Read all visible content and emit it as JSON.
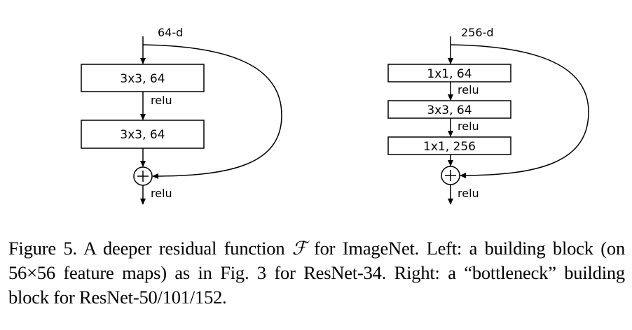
{
  "left_block": {
    "input_label": "64-d",
    "layers": [
      "3x3, 64",
      "3x3, 64"
    ],
    "activations": [
      "relu"
    ],
    "sum_symbol": "+",
    "output_activation": "relu"
  },
  "right_block": {
    "input_label": "256-d",
    "layers": [
      "1x1, 64",
      "3x3, 64",
      "1x1, 256"
    ],
    "activations": [
      "relu",
      "relu"
    ],
    "sum_symbol": "+",
    "output_activation": "relu"
  },
  "caption": {
    "part1": "Figure 5. A deeper residual function ",
    "math": "ℱ",
    "part2": " for ImageNet.  Left: a building block (on 56×56 feature maps) as in Fig. 3 for ResNet-34. Right: a “bottleneck” building block for ResNet-50/101/152."
  }
}
